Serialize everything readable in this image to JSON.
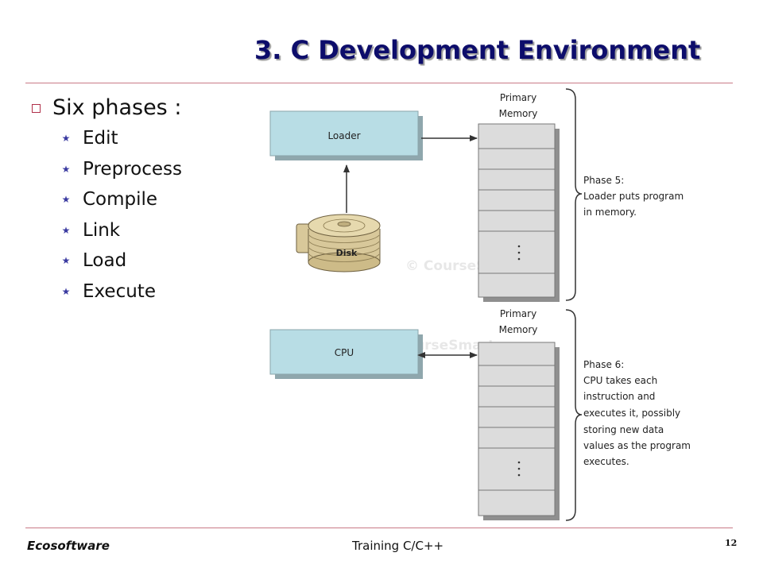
{
  "slide": {
    "title": "3. C Development Environment",
    "heading": "Six phases :",
    "phases": [
      "Edit",
      "Preprocess",
      "Compile",
      "Link",
      "Load",
      "Execute"
    ]
  },
  "diagram": {
    "loader_label": "Loader",
    "disk_label": "Disk",
    "cpu_label": "CPU",
    "memory_label_line1": "Primary",
    "memory_label_line2": "Memory",
    "watermark": "© CourseSmart",
    "phase5_lines": [
      "Phase 5:",
      "Loader puts program",
      "in memory."
    ],
    "phase6_lines": [
      "Phase 6:",
      "CPU takes each",
      "instruction and",
      "executes it, possibly",
      "storing new data",
      "values as the program",
      "executes."
    ]
  },
  "footer": {
    "company": "Ecosoftware",
    "course": "Training C/C++",
    "page_number": "12"
  },
  "colors": {
    "title": "#0d0d6b",
    "rule": "#c97a86",
    "box_fill": "#b8dde5",
    "memory_fill": "#dcdcdc"
  }
}
